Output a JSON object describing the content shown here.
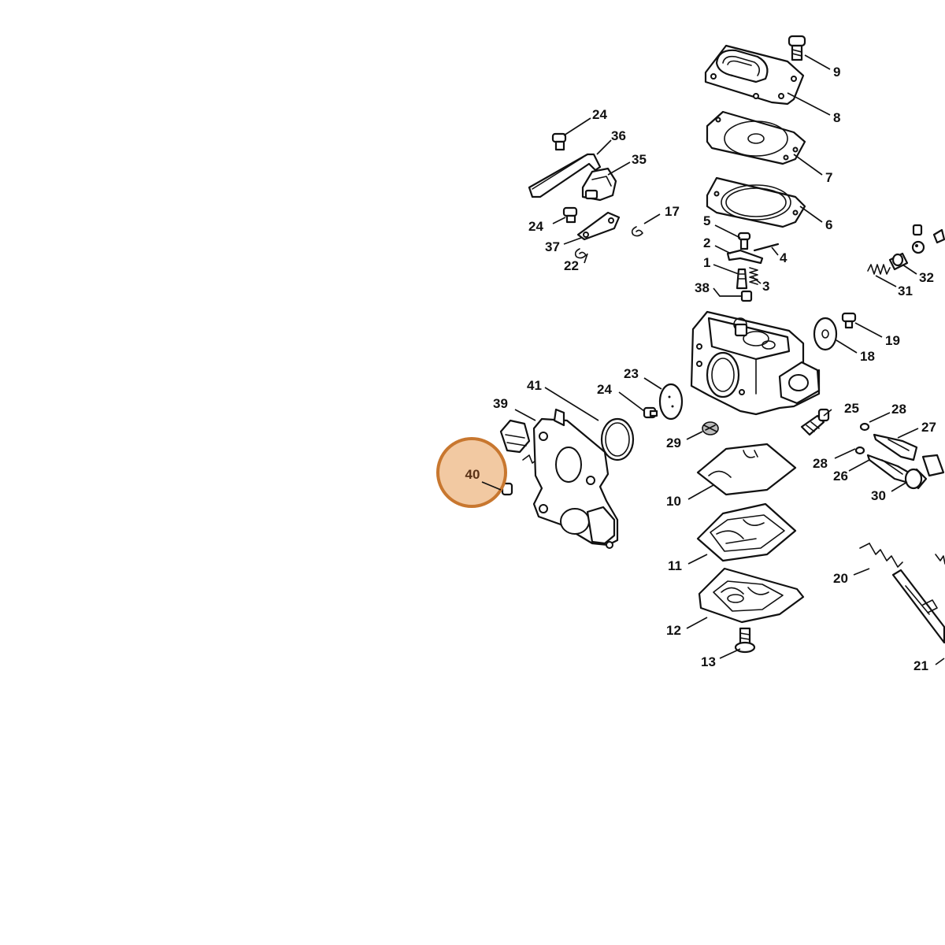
{
  "colors": {
    "highlight_fill": "#f2c9a2",
    "highlight_stroke": "#c8772f",
    "highlight_text": "#5a3216",
    "line": "#111111",
    "background": "#ffffff"
  },
  "highlight": {
    "label": "40"
  },
  "callouts": [
    {
      "id": "c9",
      "label": "9"
    },
    {
      "id": "c8",
      "label": "8"
    },
    {
      "id": "c7",
      "label": "7"
    },
    {
      "id": "c6",
      "label": "6"
    },
    {
      "id": "c5",
      "label": "5"
    },
    {
      "id": "c2",
      "label": "2"
    },
    {
      "id": "c4",
      "label": "4"
    },
    {
      "id": "c1",
      "label": "1"
    },
    {
      "id": "c3",
      "label": "3"
    },
    {
      "id": "c38",
      "label": "38"
    },
    {
      "id": "c19",
      "label": "19"
    },
    {
      "id": "c18",
      "label": "18"
    },
    {
      "id": "c31",
      "label": "31"
    },
    {
      "id": "c32",
      "label": "32"
    },
    {
      "id": "c24a",
      "label": "24"
    },
    {
      "id": "c36",
      "label": "36"
    },
    {
      "id": "c35",
      "label": "35"
    },
    {
      "id": "c17",
      "label": "17"
    },
    {
      "id": "c24b",
      "label": "24"
    },
    {
      "id": "c37",
      "label": "37"
    },
    {
      "id": "c22",
      "label": "22"
    },
    {
      "id": "c23",
      "label": "23"
    },
    {
      "id": "c24c",
      "label": "24"
    },
    {
      "id": "c41",
      "label": "41"
    },
    {
      "id": "c39",
      "label": "39"
    },
    {
      "id": "c29",
      "label": "29"
    },
    {
      "id": "c25",
      "label": "25"
    },
    {
      "id": "c28a",
      "label": "28"
    },
    {
      "id": "c27",
      "label": "27"
    },
    {
      "id": "c28b",
      "label": "28"
    },
    {
      "id": "c26",
      "label": "26"
    },
    {
      "id": "c30",
      "label": "30"
    },
    {
      "id": "c10",
      "label": "10"
    },
    {
      "id": "c11",
      "label": "11"
    },
    {
      "id": "c12",
      "label": "12"
    },
    {
      "id": "c13",
      "label": "13"
    },
    {
      "id": "c20",
      "label": "20"
    },
    {
      "id": "c21",
      "label": "21"
    }
  ]
}
